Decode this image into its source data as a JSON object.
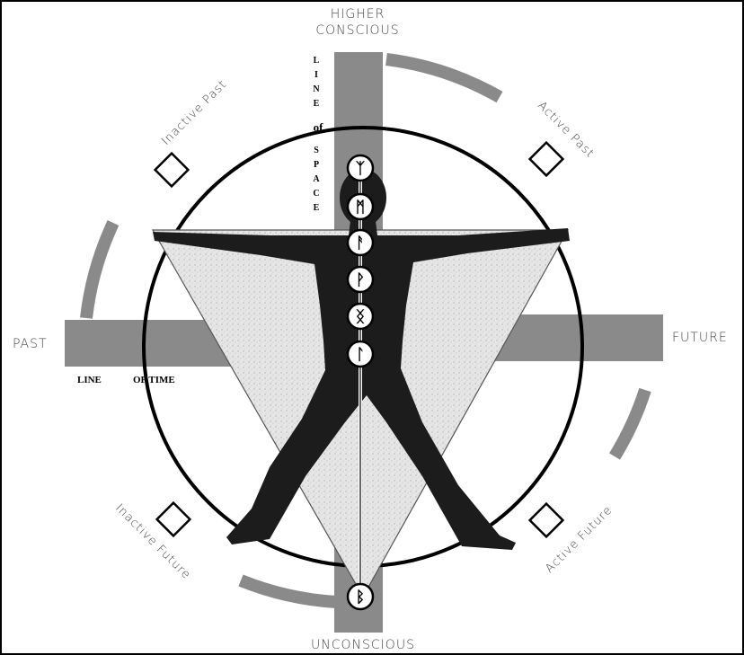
{
  "labels": {
    "top": [
      "HIGHER",
      "CONSCIOUS"
    ],
    "bottom": "UNCONSCIOUS",
    "left": "PAST",
    "right": "FUTURE",
    "inactive_past": "Inactive Past",
    "active_past": "Active Past",
    "inactive_future": "Inactive Future",
    "active_future": "Active Future",
    "line_of_time": [
      "LINE",
      "OF TIME"
    ],
    "line_of_space": [
      "L",
      "I",
      "N",
      "E",
      "of",
      "S",
      "P",
      "A",
      "C",
      "E"
    ]
  },
  "runes": [
    "ᛉ",
    "ᛗ",
    "ᚨ",
    "ᚹ",
    "ᛝ",
    "ᛚ",
    "ᛒ"
  ],
  "colors": {
    "bar_gray": "#8a8a8a",
    "circle": "#000000",
    "body": "#1a1a1a",
    "triangle_fill": "#d9d9d9"
  }
}
